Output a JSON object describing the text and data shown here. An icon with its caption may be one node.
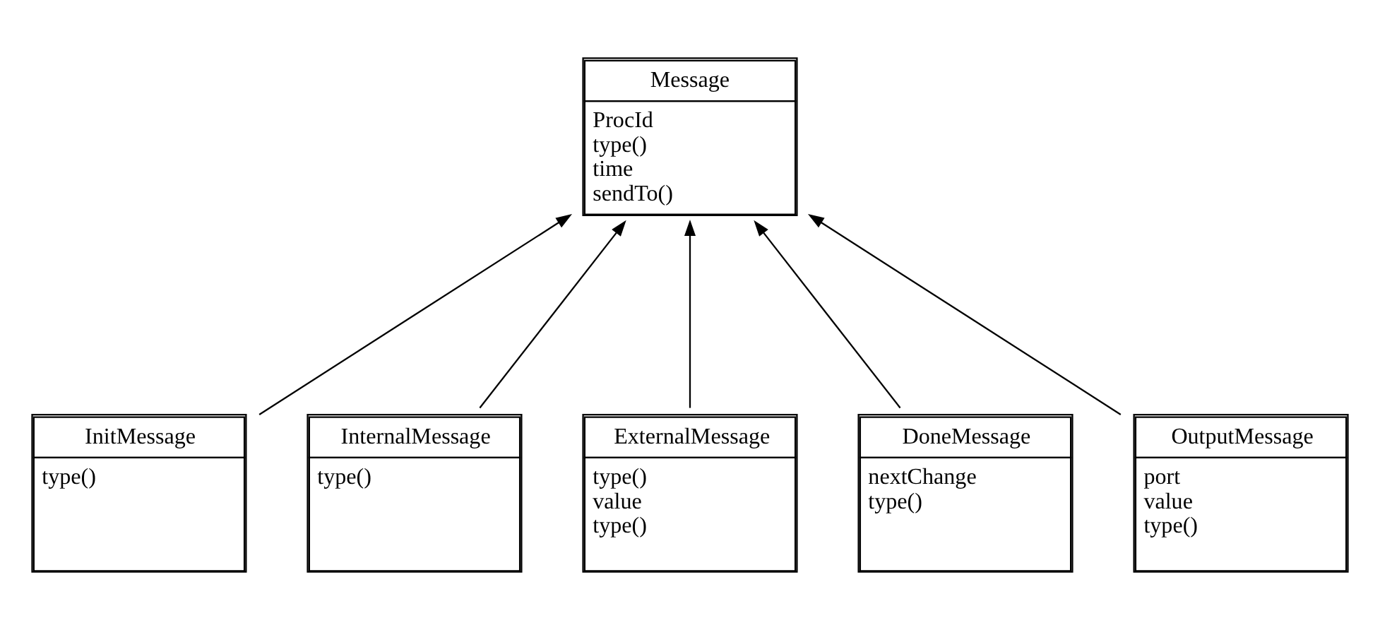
{
  "diagram": {
    "nodes": [
      {
        "text": [
          "Message",
          "ProcId",
          "type()",
          "time",
          "sendTo()"
        ]
      },
      {
        "text": [
          "InitMessage",
          "type()"
        ]
      },
      {
        "text": [
          "InternalMessage",
          "type()"
        ]
      },
      {
        "text": [
          "ExternalMessage",
          "type()",
          "value",
          "type()"
        ]
      },
      {
        "text": [
          "DoneMessage",
          "nextChange",
          "type()"
        ]
      },
      {
        "text": [
          "OutputMessage",
          "port",
          "value",
          "type()"
        ]
      }
    ],
    "edges": [
      {
        "from": 1,
        "to": 0,
        "arrow": "to"
      },
      {
        "from": 2,
        "to": 0,
        "arrow": "to"
      },
      {
        "from": 3,
        "to": 0,
        "arrow": "to"
      },
      {
        "from": 4,
        "to": 0,
        "arrow": "to"
      },
      {
        "from": 5,
        "to": 0,
        "arrow": "to"
      }
    ]
  }
}
